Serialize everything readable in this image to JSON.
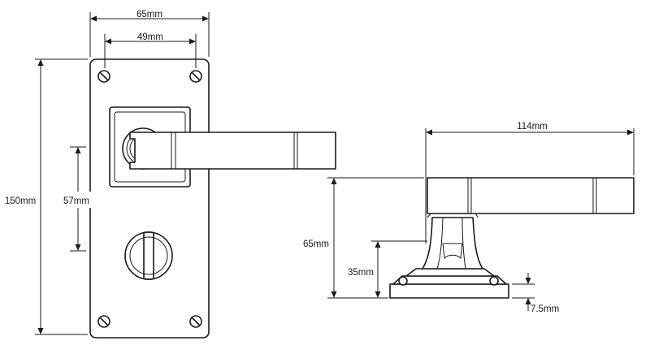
{
  "dimensions": {
    "plate_width": "65mm",
    "slot_width": "49mm",
    "plate_height": "150mm",
    "centers": "57mm",
    "lever_length": "114mm",
    "projection": "65mm",
    "rose_height": "35mm",
    "plate_thickness": "7.5mm"
  }
}
